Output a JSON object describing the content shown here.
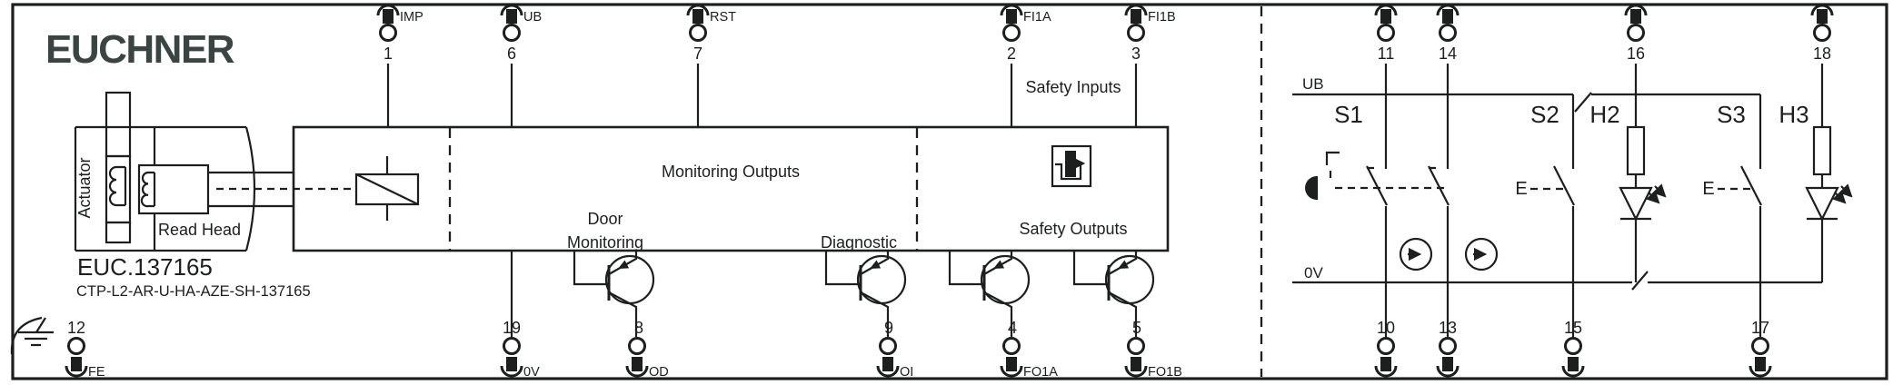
{
  "brand": "EUCHNER",
  "device": {
    "order_code": "EUC.137165",
    "type_code": "CTP-L2-AR-U-HA-AZE-SH-137165",
    "actuator_label": "Actuator",
    "read_head_label": "Read Head",
    "section_labels": {
      "safety_inputs": "Safety Inputs",
      "monitoring_outputs": "Monitoring Outputs",
      "door_monitoring_line1": "Door",
      "door_monitoring_line2": "Monitoring",
      "diagnostic": "Diagnostic",
      "safety_outputs": "Safety Outputs"
    },
    "terminals_top": [
      {
        "number": "1",
        "signal": "IMP"
      },
      {
        "number": "6",
        "signal": "UB"
      },
      {
        "number": "7",
        "signal": "RST"
      },
      {
        "number": "2",
        "signal": "FI1A"
      },
      {
        "number": "3",
        "signal": "FI1B"
      }
    ],
    "terminals_bottom": [
      {
        "number": "19",
        "signal": "0V"
      },
      {
        "number": "8",
        "signal": "OD"
      },
      {
        "number": "9",
        "signal": "OI"
      },
      {
        "number": "4",
        "signal": "FO1A"
      },
      {
        "number": "5",
        "signal": "FO1B"
      }
    ],
    "ground_terminal": {
      "number": "12",
      "signal": "FE"
    }
  },
  "wiring_example": {
    "supply_rail": "UB",
    "ground_rail": "0V",
    "components": {
      "s1": "S1",
      "s2": "S2",
      "s3": "S3",
      "h2": "H2",
      "h3": "H3"
    },
    "actuation_labels": {
      "s2": "E",
      "s3": "E"
    },
    "terminals_top": [
      "11",
      "14",
      "16",
      "18"
    ],
    "terminals_bottom": [
      "10",
      "13",
      "15",
      "17"
    ]
  },
  "colors": {
    "line": "#1d1f1e",
    "brand": "#3a4442",
    "background": "#ffffff"
  }
}
